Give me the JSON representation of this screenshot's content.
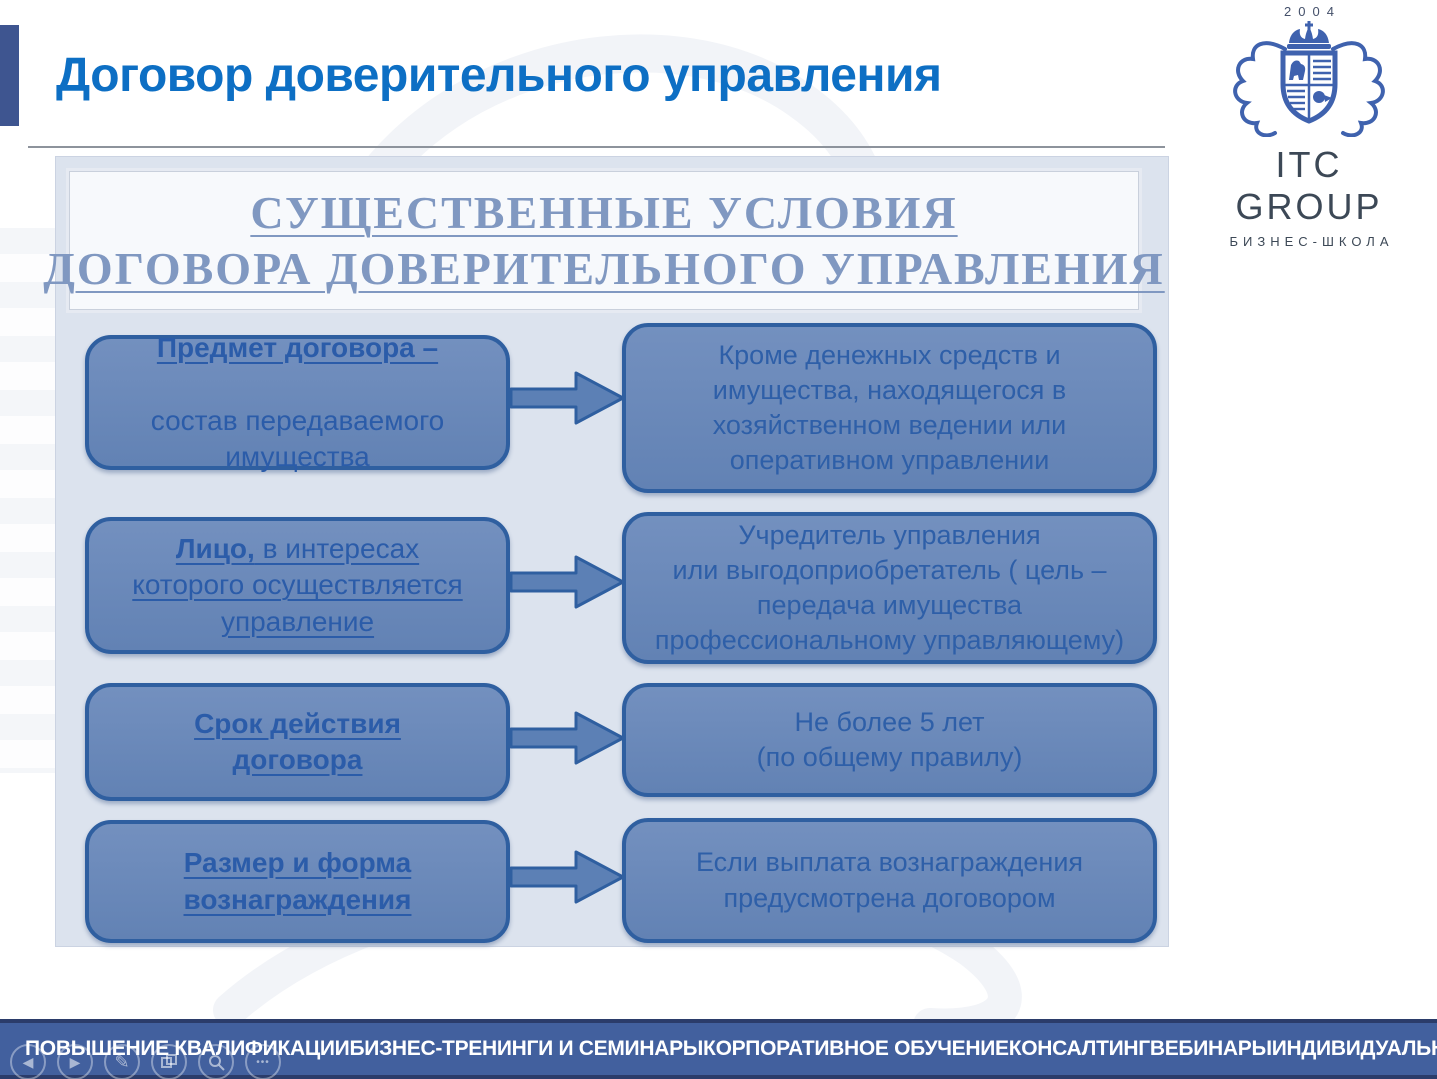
{
  "slide": {
    "title": "Договор доверительного управления"
  },
  "logo": {
    "year": "2004",
    "name": "ITC GROUP",
    "tagline": "БИЗНЕС-ШКОЛА"
  },
  "diagram": {
    "heading": {
      "line1": "СУЩЕСТВЕННЫЕ УСЛОВИЯ",
      "line2": "ДОГОВОРА ДОВЕРИТЕЛЬНОГО УПРАВЛЕНИЯ"
    },
    "rows": [
      {
        "left": {
          "title": "Предмет договора –",
          "body": "состав передаваемого\nимущества"
        },
        "right": "Кроме денежных средств и\nимущества, находящегося в\nхозяйственном ведении или\nоперативном управлении"
      },
      {
        "left": {
          "title": "Лицо,",
          "title_rest": " в интересах\nкоторого осуществляется\nуправление"
        },
        "right": "Учредитель управления\nили выгодоприобретатель ( цель –\nпередача имущества\nпрофессиональному управляющему)"
      },
      {
        "left": {
          "title": "Срок действия\nдоговора"
        },
        "right": "Не более 5 лет\n(по общему правилу)"
      },
      {
        "left": {
          "title": "Размер и форма\nвознаграждения"
        },
        "right": "Если выплата вознаграждения\nпредусмотрена договором"
      }
    ]
  },
  "footer": {
    "items": [
      {
        "label": "ПОВЫШЕНИЕ КВАЛИФИКАЦИИ"
      },
      {
        "label": "БИЗНЕС-ТРЕНИНГИ И СЕМИНАРЫ"
      },
      {
        "label": "КОРПОРАТИВНОЕ ОБУЧЕНИЕ"
      },
      {
        "label": "КОНСАЛТИНГ"
      },
      {
        "label": "ВЕБИНАРЫ"
      },
      {
        "label": "ИНДИВИДУАЛЬНОЕ ОБУЧЕНИЕ"
      }
    ]
  },
  "player": {
    "previous_glyph": "◀",
    "next_glyph": "▶",
    "pen_glyph": "✎",
    "more_glyph": "•••"
  },
  "colors": {
    "title_blue": "#0d6fc4",
    "accent_bar": "#3e5590",
    "panel_background": "#dce3ee",
    "box_fill": "#6787b8",
    "box_border": "#2f5fa0",
    "box_text": "#2b5ca9",
    "heading_text": "#8098c1",
    "footer_bar": "#42609e",
    "footer_edge": "#2b3c6a",
    "logo_blue": "#3f62ae"
  }
}
